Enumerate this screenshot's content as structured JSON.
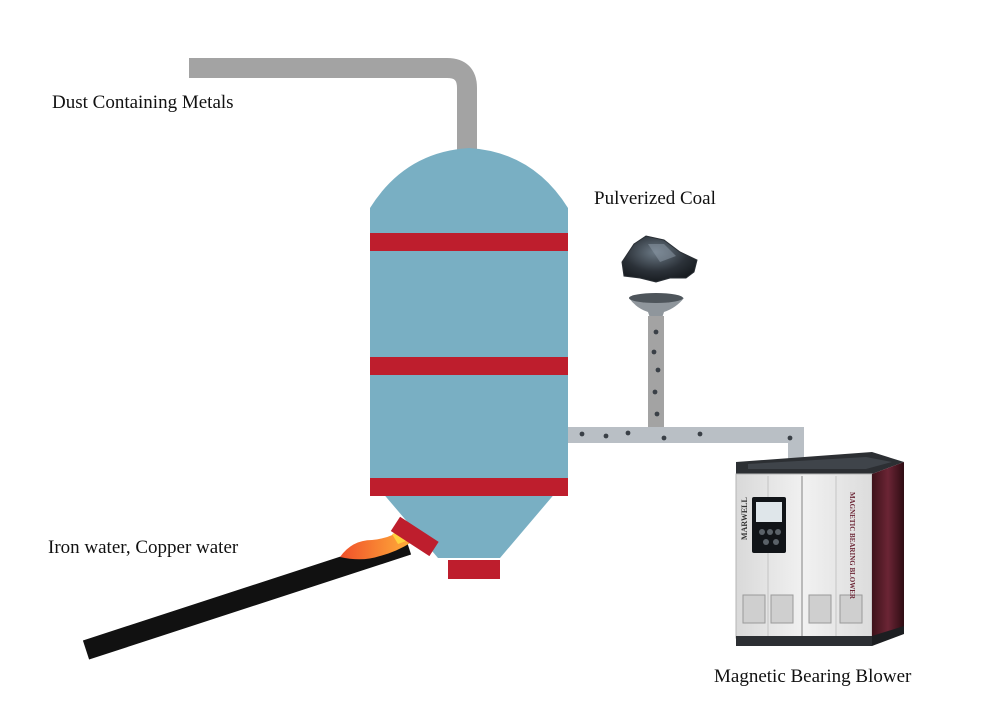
{
  "labels": {
    "dust": "Dust Containing Metals",
    "coal": "Pulverized Coal",
    "iron": "Iron water, Copper water",
    "blower": "Magnetic Bearing Blower"
  },
  "blower_panel": {
    "brand": "MARWELL",
    "side_text": "MAGNETIC BEARING BLOWER"
  },
  "colors": {
    "vessel": "#79afc3",
    "band": "#be1e2d",
    "pipe": "#a3a3a3",
    "pipe_light": "#b9bfc5",
    "molten": "#f26a2a",
    "chute": "#111111",
    "cabinet": "#e6e6e6",
    "cabinet_side": "#5b1f2b"
  }
}
